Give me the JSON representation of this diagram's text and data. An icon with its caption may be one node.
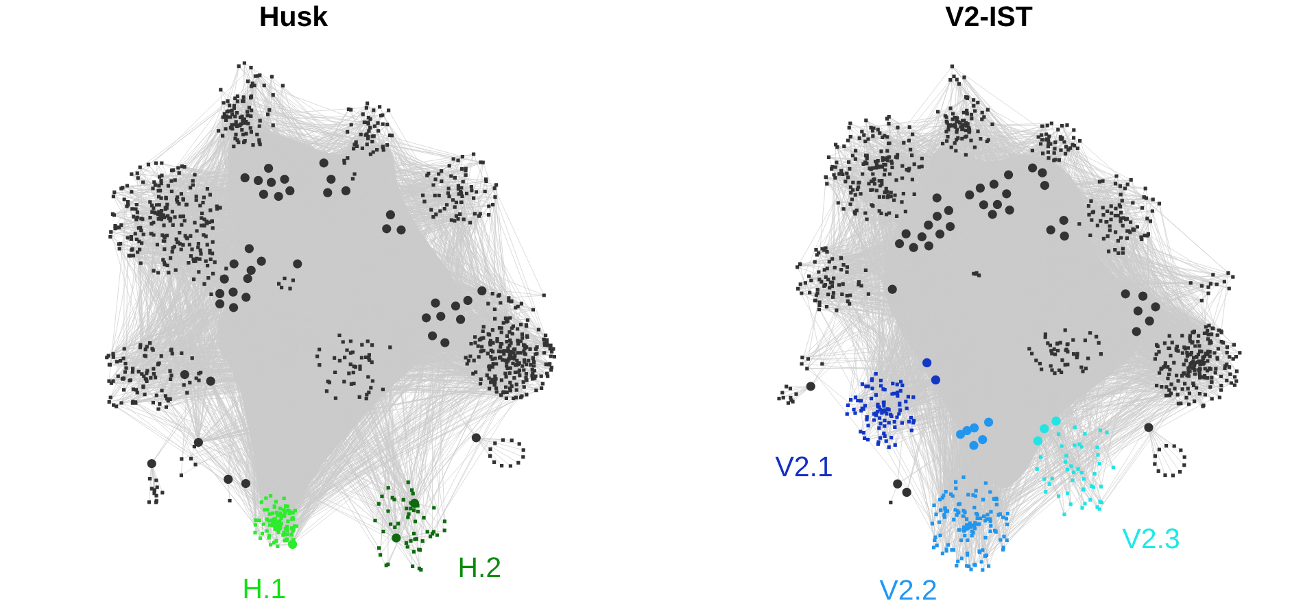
{
  "diagram": {
    "labels": [
      "Husk",
      "V2-IST",
      "H.1",
      "H.2",
      "V2.1",
      "V2.2",
      "V2.3"
    ]
  }
}
